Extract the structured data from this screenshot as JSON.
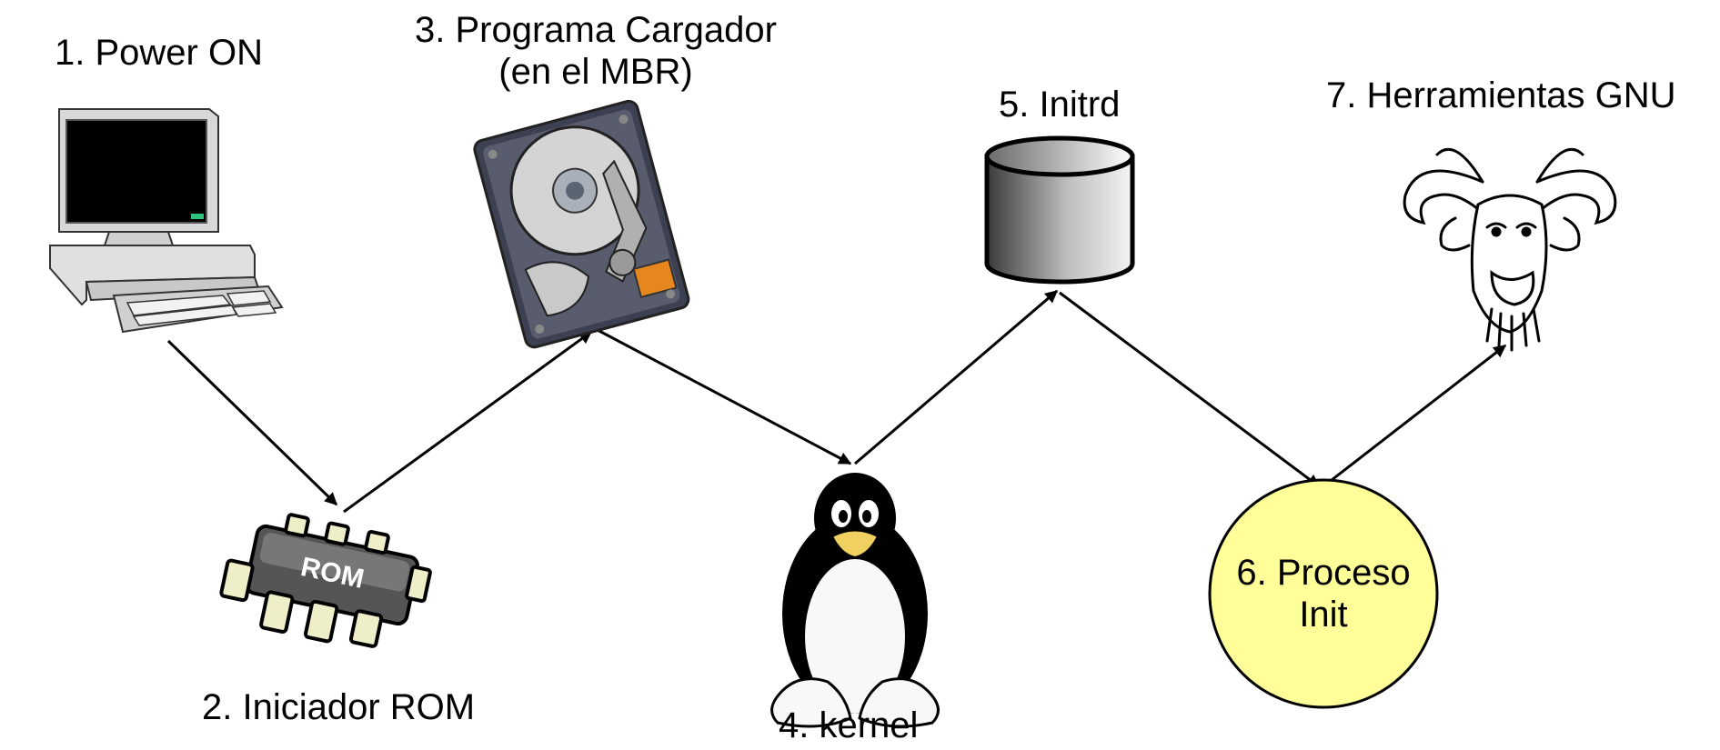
{
  "diagram": {
    "steps": [
      {
        "id": "power",
        "label": "1. Power ON",
        "icon": "computer-icon"
      },
      {
        "id": "rom",
        "label": "2. Iniciador ROM",
        "icon": "rom-chip-icon",
        "chip_text": "ROM"
      },
      {
        "id": "loader",
        "label_line1": "3. Programa Cargador",
        "label_line2": "(en el MBR)",
        "icon": "hard-disk-icon"
      },
      {
        "id": "kernel",
        "label": "4. kernel",
        "icon": "tux-penguin-icon"
      },
      {
        "id": "initrd",
        "label": "5. Initrd",
        "icon": "database-cylinder-icon"
      },
      {
        "id": "init",
        "label_line1": "6. Proceso",
        "label_line2": "Init",
        "icon": "circle-node"
      },
      {
        "id": "gnu",
        "label": "7. Herramientas GNU",
        "icon": "gnu-head-icon"
      }
    ],
    "colors": {
      "init_fill": "#ffff99",
      "line": "#000000"
    }
  }
}
